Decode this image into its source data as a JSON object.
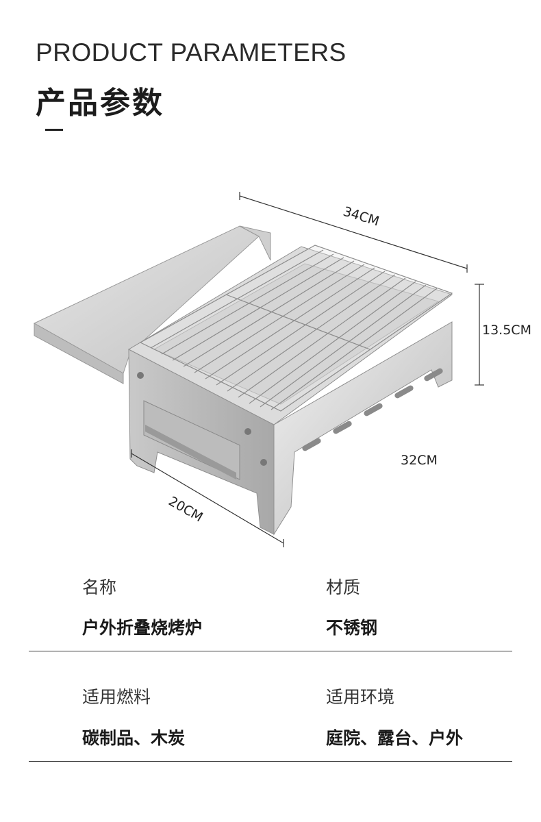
{
  "header": {
    "title_en": "PRODUCT PARAMETERS",
    "title_cn": "产品参数"
  },
  "dimensions": {
    "length": "34CM",
    "height": "13.5CM",
    "width_side": "32CM",
    "depth": "20CM"
  },
  "params": [
    {
      "label": "名称",
      "value": "户外折叠烧烤炉"
    },
    {
      "label": "材质",
      "value": "不锈钢"
    },
    {
      "label": "适用燃料",
      "value": "碳制品、木炭"
    },
    {
      "label": "适用环境",
      "value": "庭院、露台、户外"
    }
  ]
}
